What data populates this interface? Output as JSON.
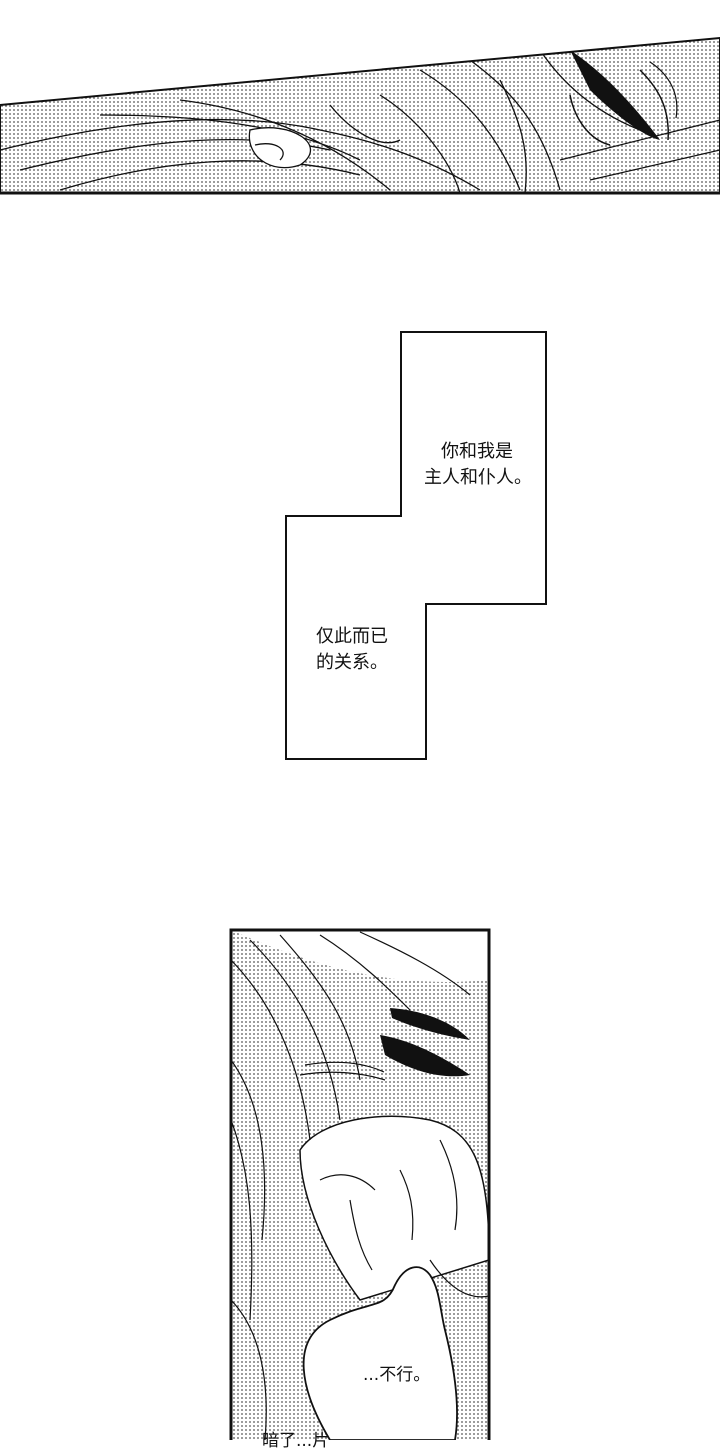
{
  "panels": {
    "top": {
      "content": "close-up of a face with hair strands, screentone shading"
    },
    "bottom": {
      "content": "close-up of a face partially covered by a hand, screentone shading"
    }
  },
  "captions": {
    "box_upper_text_line1": "你和我是",
    "box_upper_text_line2": "主人和仆人。",
    "box_lower_text_line1": "仅此而已",
    "box_lower_text_line2": "的关系。"
  },
  "dialogue": {
    "balloon_line1": "...不行。",
    "balloon_partial": "暗了...片"
  },
  "colors": {
    "ink": "#111111",
    "paper": "#ffffff",
    "tone": "#9a9a9a"
  }
}
